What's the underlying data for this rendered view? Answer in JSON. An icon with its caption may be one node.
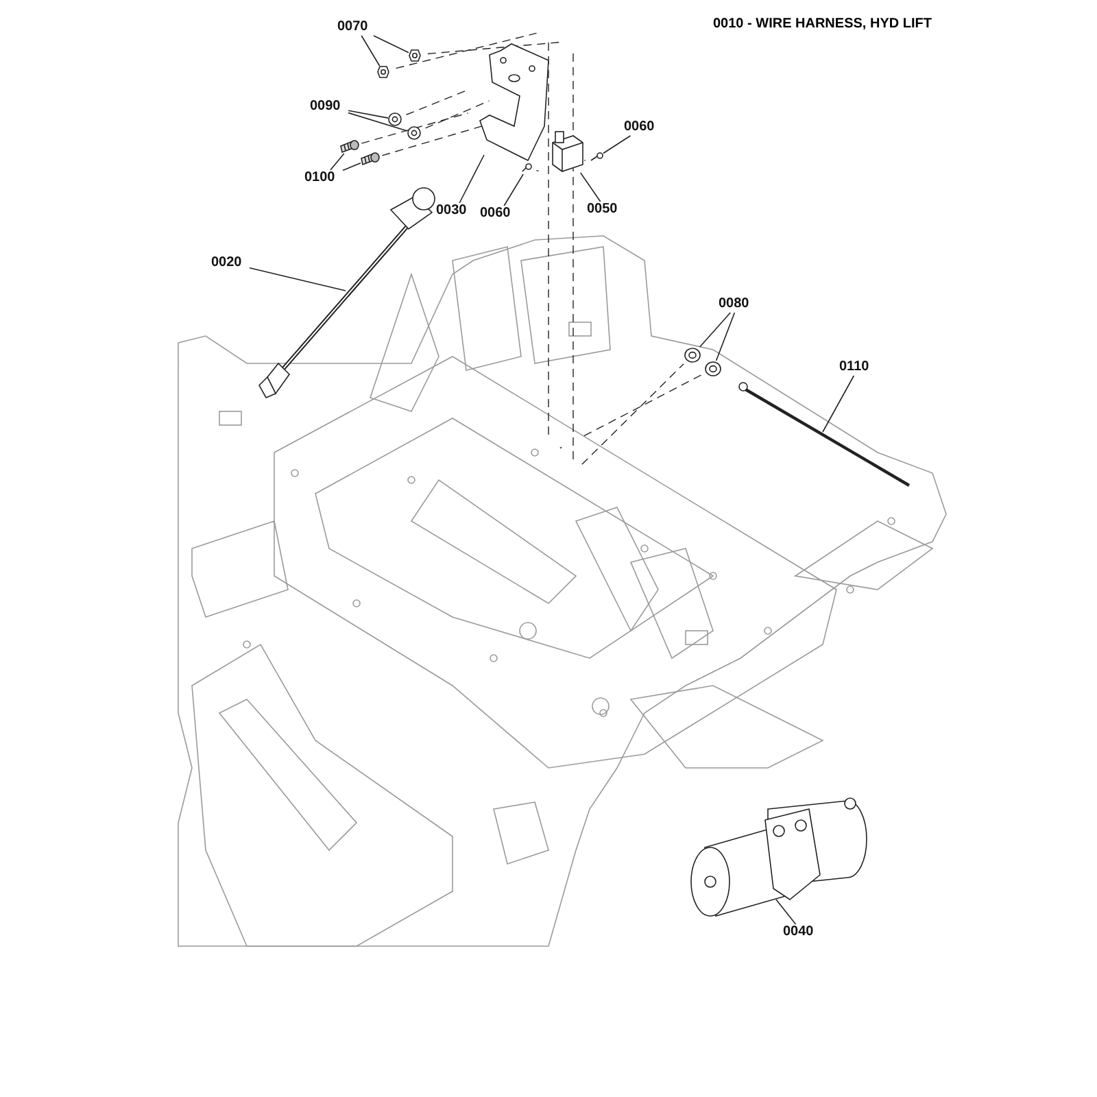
{
  "diagram": {
    "title": "0010 - WIRE HARNESS, HYD LIFT",
    "nodes": [
      {
        "text": [
          "0070"
        ]
      },
      {
        "text": [],
        "shape": "picture"
      },
      {
        "text": [],
        "shape": "picture"
      },
      {
        "text": [
          "0090"
        ]
      },
      {
        "text": [],
        "shape": "picture"
      },
      {
        "text": [],
        "shape": "picture"
      },
      {
        "text": [
          "0100"
        ]
      },
      {
        "text": [],
        "shape": "picture"
      },
      {
        "text": [],
        "shape": "picture"
      },
      {
        "text": [
          "0030"
        ]
      },
      {
        "text": [],
        "shape": "picture"
      },
      {
        "text": [
          "0060"
        ]
      },
      {
        "text": [],
        "shape": "picture"
      },
      {
        "text": [
          "0050"
        ]
      },
      {
        "text": [],
        "shape": "picture"
      },
      {
        "text": [
          "0060"
        ]
      },
      {
        "text": [],
        "shape": "picture"
      },
      {
        "text": [
          "0020"
        ]
      },
      {
        "text": [],
        "shape": "picture"
      },
      {
        "text": [
          "0080"
        ]
      },
      {
        "text": [],
        "shape": "picture"
      },
      {
        "text": [],
        "shape": "picture"
      },
      {
        "text": [
          "0110"
        ]
      },
      {
        "text": [],
        "shape": "picture"
      },
      {
        "text": [
          "0040"
        ]
      },
      {
        "text": [],
        "shape": "picture"
      }
    ],
    "edges": [
      {
        "from": 0,
        "to": 1,
        "arrow": "none"
      },
      {
        "from": 0,
        "to": 2,
        "arrow": "none"
      },
      {
        "from": 3,
        "to": 4,
        "arrow": "none"
      },
      {
        "from": 3,
        "to": 5,
        "arrow": "none"
      },
      {
        "from": 6,
        "to": 7,
        "arrow": "none"
      },
      {
        "from": 6,
        "to": 8,
        "arrow": "none"
      },
      {
        "from": 9,
        "to": 10,
        "arrow": "none"
      },
      {
        "from": 11,
        "to": 12,
        "arrow": "none"
      },
      {
        "from": 13,
        "to": 14,
        "arrow": "none"
      },
      {
        "from": 15,
        "to": 16,
        "arrow": "none"
      },
      {
        "from": 17,
        "to": 18,
        "arrow": "none"
      },
      {
        "from": 19,
        "to": 20,
        "arrow": "none"
      },
      {
        "from": 19,
        "to": 21,
        "arrow": "none"
      },
      {
        "from": 22,
        "to": 23,
        "arrow": "none"
      },
      {
        "from": 24,
        "to": 25,
        "arrow": "none"
      }
    ]
  }
}
